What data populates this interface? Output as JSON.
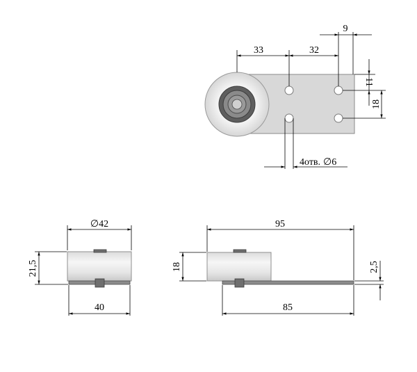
{
  "top_view": {
    "dim_33": "33",
    "dim_32": "32",
    "dim_9": "9",
    "dim_11": "11",
    "dim_18": "18",
    "holes_note": "4отв.",
    "hole_diameter": "6",
    "diameter_symbol": "∅"
  },
  "side_view": {
    "dim_42": "42",
    "diameter_symbol": "∅",
    "dim_21_5": "21,5",
    "dim_40": "40"
  },
  "front_view": {
    "dim_95": "95",
    "dim_18": "18",
    "dim_2_5": "2,5",
    "dim_85": "85"
  },
  "colors": {
    "plate": "#d8d8d8",
    "roller": "#efefef",
    "bearing": "#5e5e5e",
    "baseplate": "#8c8c8c"
  }
}
